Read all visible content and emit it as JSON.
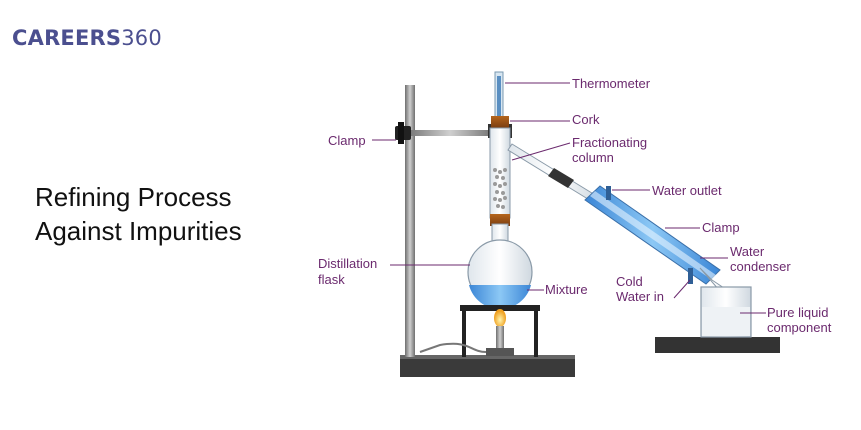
{
  "logo": {
    "part1": "CAREERS",
    "part2": "360"
  },
  "title": {
    "line1": "Refining Process",
    "line2": "Against Impurities"
  },
  "labels": {
    "thermometer": "Thermometer",
    "cork": "Cork",
    "fractionating_1": "Fractionating",
    "fractionating_2": "column",
    "clamp_left": "Clamp",
    "water_outlet": "Water outlet",
    "clamp_right": "Clamp",
    "water_condenser_1": "Water",
    "water_condenser_2": "condenser",
    "distillation_1": "Distillation",
    "distillation_2": "flask",
    "mixture": "Mixture",
    "cold_water_1": "Cold",
    "cold_water_2": "Water in",
    "pure_liquid_1": "Pure liquid",
    "pure_liquid_2": "component"
  },
  "colors": {
    "label": "#6b2a6e",
    "liquid": "#4aa3e8",
    "brand": "#4b4f8f"
  }
}
